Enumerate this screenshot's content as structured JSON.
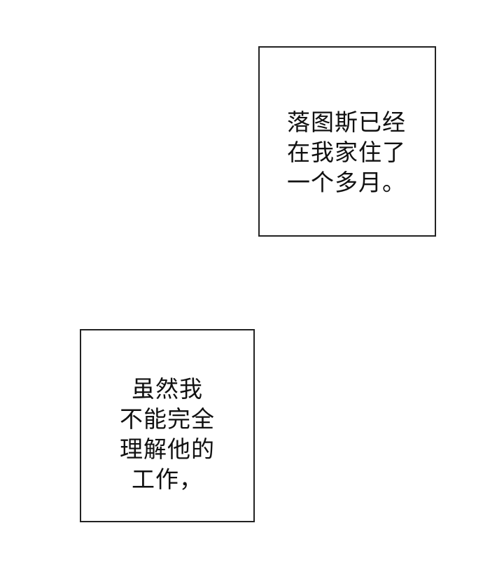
{
  "panels": [
    {
      "lines": [
        "落图斯已经",
        "在我家住了",
        "一个多月。"
      ]
    },
    {
      "lines": [
        "虽然我",
        "不能完全",
        "理解他的",
        "工作，"
      ]
    }
  ],
  "colors": {
    "background": "#ffffff",
    "border": "#222222",
    "text": "#111111"
  }
}
